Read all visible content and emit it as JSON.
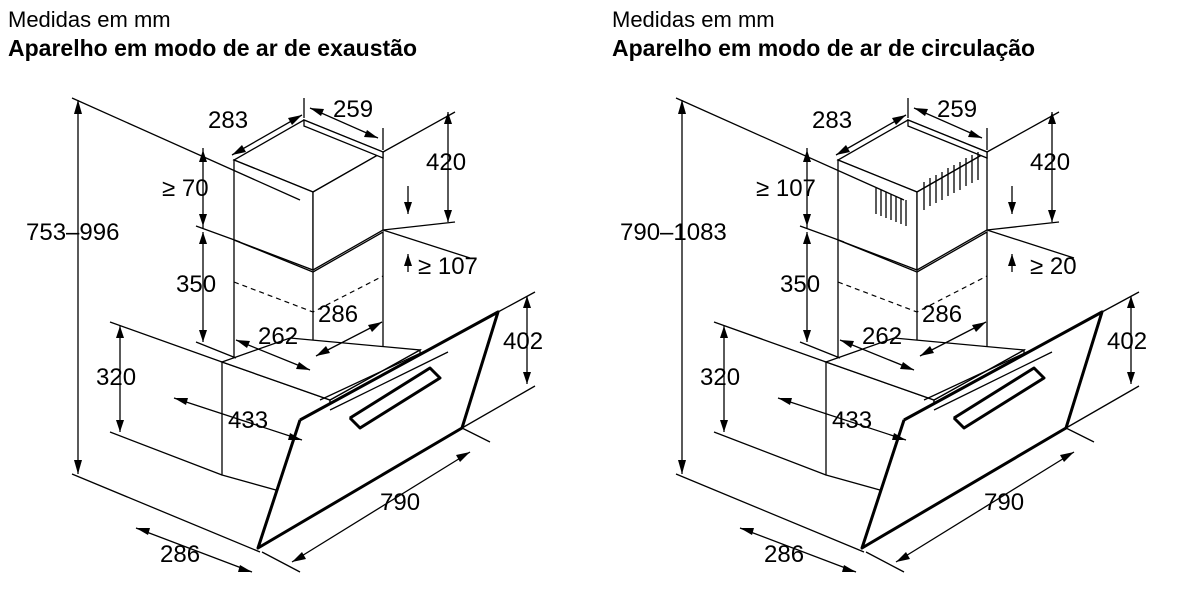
{
  "panels": [
    {
      "subtitle": "Medidas em mm",
      "title": "Aparelho em modo de ar de exaustão",
      "dims": {
        "total_height": "753–996",
        "chimney_depth": "283",
        "chimney_width": "259",
        "top_gap": "420",
        "min_ceiling": "≥ 70",
        "min_offset": "≥ 107",
        "chimney_lower": "350",
        "inner_depth": "262",
        "inner_width": "286",
        "canopy_height": "402",
        "body_height": "320",
        "body_depth": "433",
        "width": "790",
        "depth": "286"
      }
    },
    {
      "subtitle": "Medidas em mm",
      "title": "Aparelho em modo de ar de circulação",
      "dims": {
        "total_height": "790–1083",
        "chimney_depth": "283",
        "chimney_width": "259",
        "top_gap": "420",
        "min_ceiling": "≥ 107",
        "min_offset": "≥ 20",
        "chimney_lower": "350",
        "inner_depth": "262",
        "inner_width": "286",
        "canopy_height": "402",
        "body_height": "320",
        "body_depth": "433",
        "width": "790",
        "depth": "286"
      }
    }
  ]
}
